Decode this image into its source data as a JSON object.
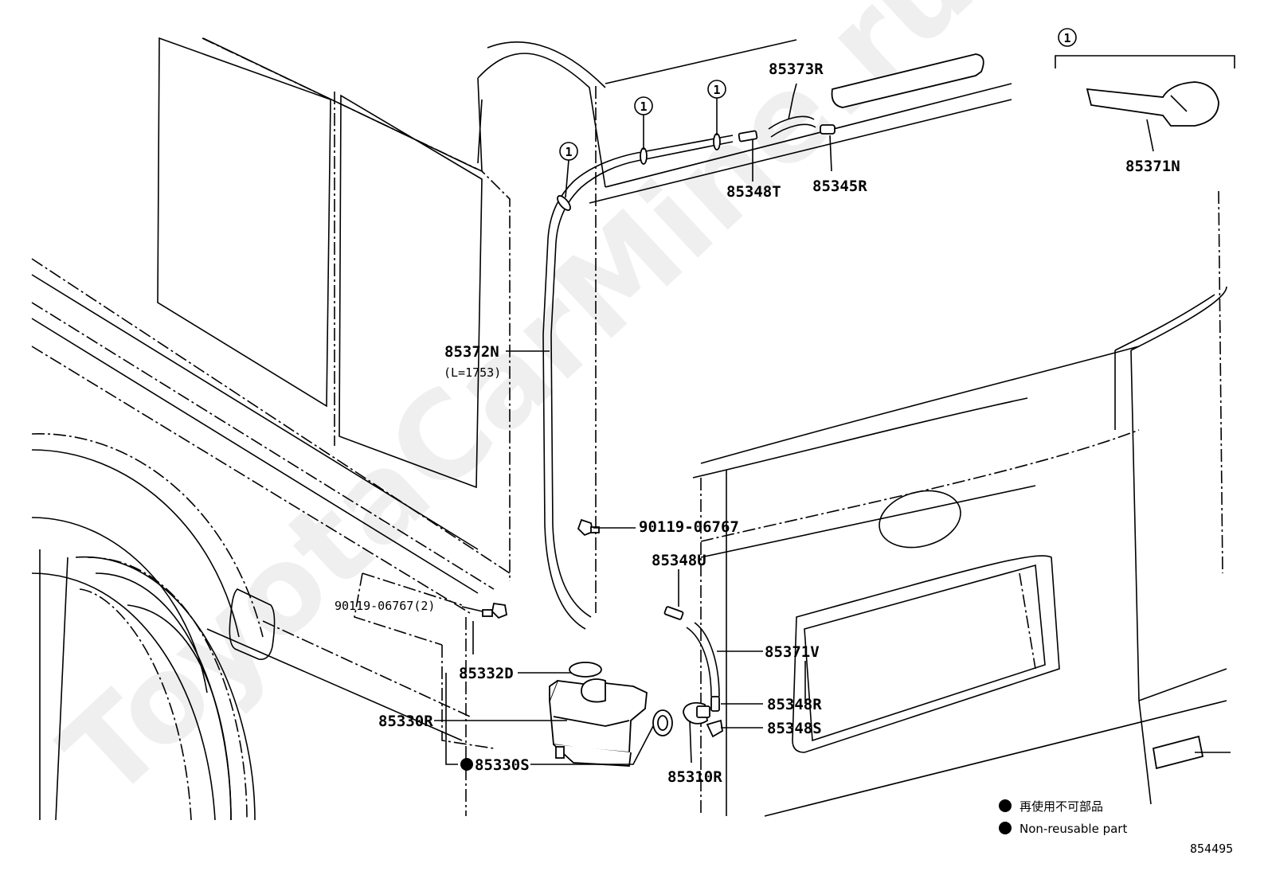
{
  "callout_marker": "1",
  "parts": {
    "p85373R": "85373R",
    "p85371N": "85371N",
    "p85348T": "85348T",
    "p85345R": "85345R",
    "p85372N": "85372N",
    "p85372N_length": "(L=1753)",
    "p90119_06767": "90119-06767",
    "p85348U": "85348U",
    "p90119_06767_2": "90119-06767(2)",
    "p85371V": "85371V",
    "p85332D": "85332D",
    "p85348R": "85348R",
    "p85330R": "85330R",
    "p85348S": "85348S",
    "p85330S": "85330S",
    "p85310R": "85310R"
  },
  "legend": {
    "jp": "再使用不可部品",
    "en": "Non-reusable part"
  },
  "diagram_number": "854495",
  "watermark": "ToyotaCarMine.ru"
}
